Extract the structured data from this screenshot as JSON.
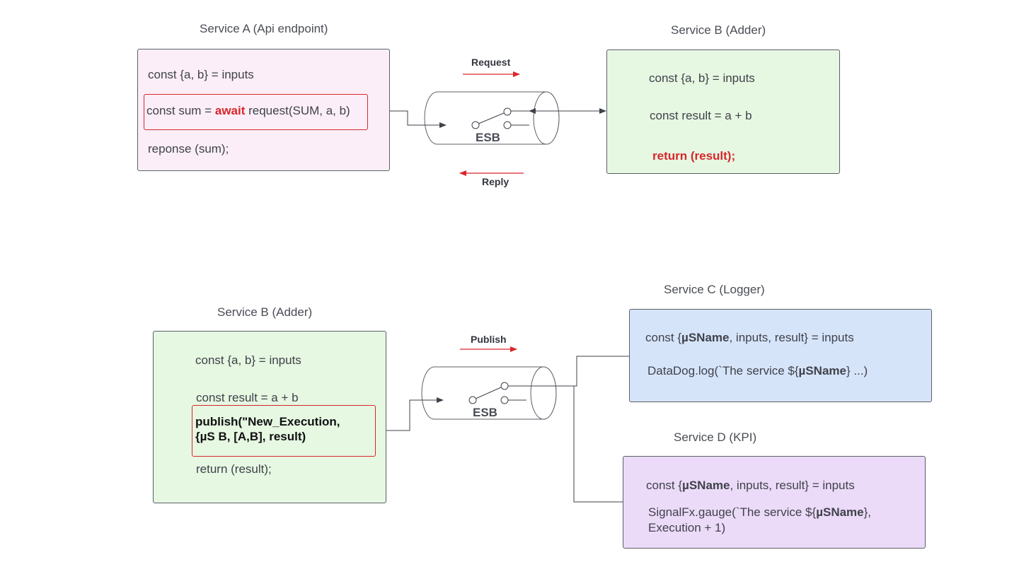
{
  "top": {
    "service_a": {
      "title": "Service A (Api endpoint)",
      "line1": "const {a, b} = inputs",
      "line2_pre": "const sum = ",
      "line2_kw": "await",
      "line2_post": " request(SUM, a, b)",
      "line3": "reponse (sum);"
    },
    "service_b": {
      "title": "Service B (Adder)",
      "line1": "const {a, b} = inputs",
      "line2": "const result = a + b",
      "line3": "return (result);"
    },
    "request_label": "Request",
    "reply_label": "Reply",
    "esb_label": "ESB"
  },
  "bottom": {
    "service_b": {
      "title": "Service B (Adder)",
      "line1": "const {a, b} = inputs",
      "line2": "const result = a + b",
      "publish1": "publish(\"New_Execution,",
      "publish2": "{µS B, [A,B], result)",
      "line4": "return (result);"
    },
    "service_c": {
      "title": "Service C (Logger)",
      "line1_pre": "const {",
      "line1_b": "µSName",
      "line1_post": ", inputs, result} = inputs",
      "line2_pre": "DataDog.log(`The service ${",
      "line2_b": "µSName",
      "line2_post": "}  ...)"
    },
    "service_d": {
      "title": "Service D (KPI)",
      "line1_pre": "const {",
      "line1_b": "µSName",
      "line1_post": ", inputs, result} = inputs",
      "line2_pre": "SignalFx.gauge(`The service ${",
      "line2_b": "µSName",
      "line2_post": "},",
      "line3": "Execution + 1)"
    },
    "publish_label": "Publish",
    "esb_label": "ESB"
  },
  "colors": {
    "pink": "#fbeef8",
    "green": "#e6f7e2",
    "blue": "#d6e4fa",
    "purple": "#ecdaf9",
    "red": "#d9262b",
    "stroke": "#5b5f66"
  }
}
